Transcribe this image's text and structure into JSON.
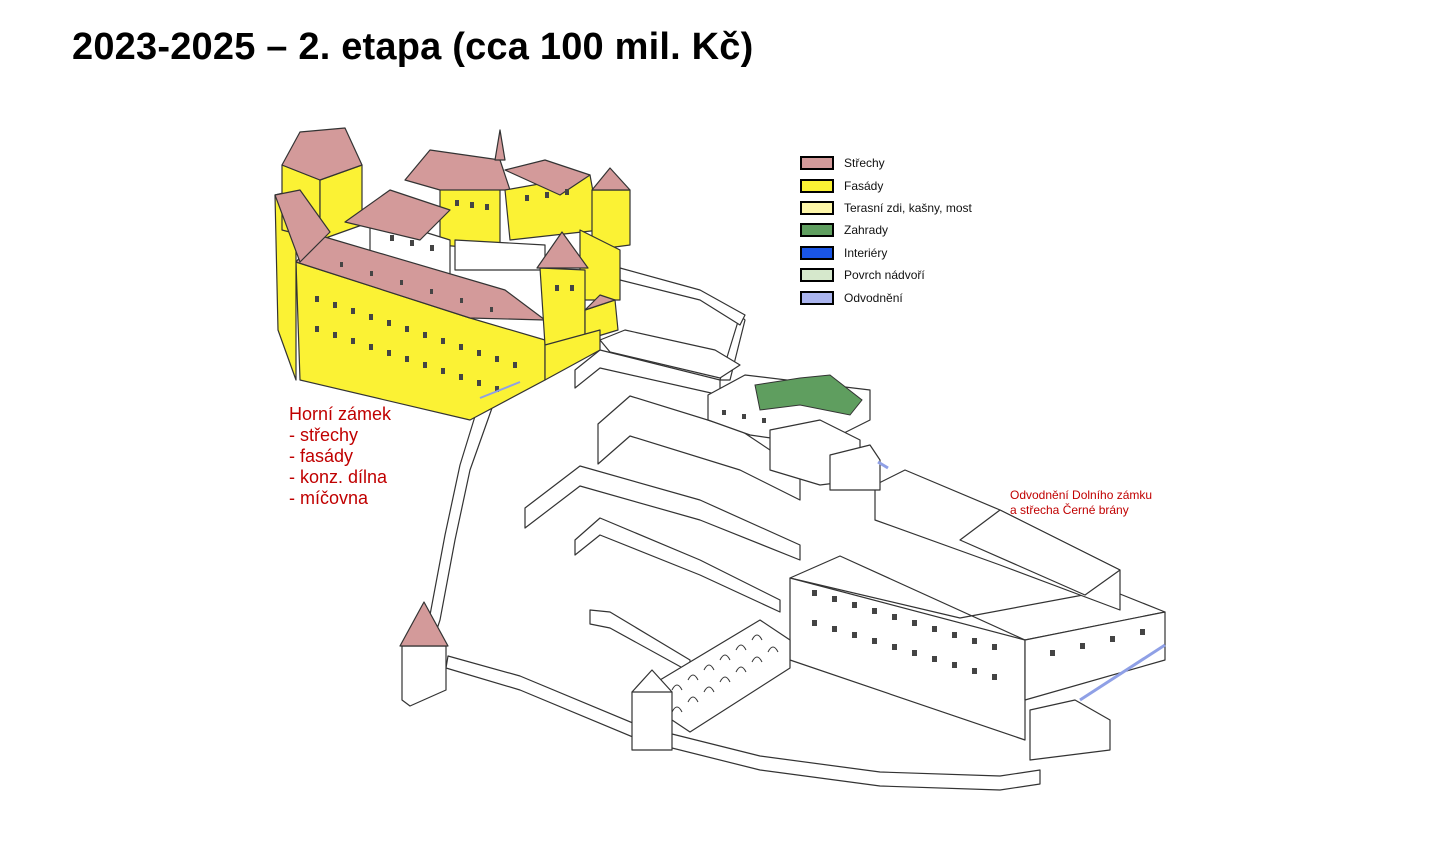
{
  "title": "2023-2025 – 2. etapa (cca 100 mil. Kč)",
  "legend": [
    {
      "label": "Střechy",
      "color": "#d39a9a"
    },
    {
      "label": "Fasády",
      "color": "#fbf234"
    },
    {
      "label": "Terasní zdi, kašny, most",
      "color": "#fdf6a8"
    },
    {
      "label": "Zahrady",
      "color": "#5f9e5f"
    },
    {
      "label": "Interiéry",
      "color": "#1a55e6"
    },
    {
      "label": "Povrch nádvoří",
      "color": "#d6e8cc"
    },
    {
      "label": "Odvodnění",
      "color": "#aab4ee"
    }
  ],
  "upper_castle_note": {
    "heading": "Horní zámek",
    "items": [
      "- střechy",
      "- fasády",
      "- konz. dílna",
      "- míčovna"
    ]
  },
  "lower_castle_note": "Odvodnění Dolního zámku a střecha Černé brány",
  "colors": {
    "roof": "#d39a9a",
    "facade": "#fbf234",
    "garden": "#5f9e5f",
    "drainage": "#8fa0e6",
    "outline": "#333333",
    "note": "#c00000"
  }
}
